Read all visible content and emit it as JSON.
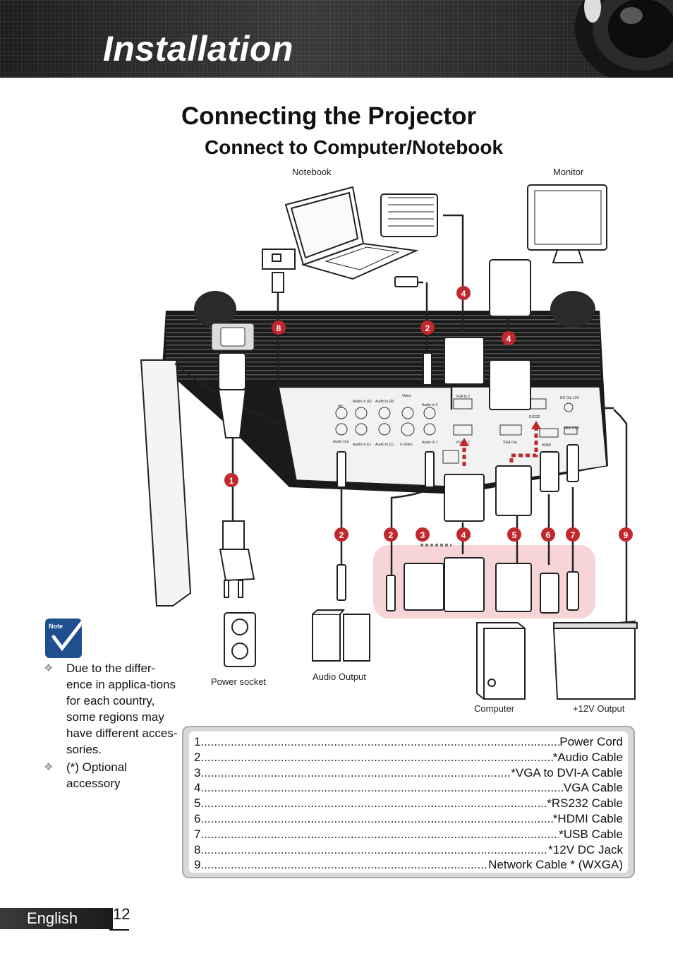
{
  "header": {
    "section_title": "Installation"
  },
  "page": {
    "title": "Connecting the Projector",
    "subtitle": "Connect to Computer/Notebook"
  },
  "diagram": {
    "device_labels": {
      "notebook": "Notebook",
      "monitor": "Monitor",
      "power_socket": "Power socket",
      "audio_output": "Audio Output",
      "computer": "Computer",
      "output_12v": "+12V Output"
    },
    "port_labels": {
      "mic": "Mic",
      "audio_in_r_top": "Audio In (R)",
      "audio_in_r_top2": "Audio In (R)",
      "video": "Video",
      "audio_in_2": "Audio In 2",
      "audio_out": "Audio Out",
      "audio_in_l_bottom": "Audio In (L)",
      "audio_in_l_bottom2": "Audio In (L)",
      "svideo": "S-Video",
      "audio_in_1": "Audio In 1",
      "vga_in_2": "VGA In 2",
      "vga_in_1": "VGA In 1",
      "vga_out": "VGA Out",
      "rs232": "RS232",
      "hdmi": "HDMI",
      "mini_usb": "Mini USB",
      "dc_out": "DC Out 12V"
    },
    "callouts": [
      "1",
      "2",
      "2",
      "3",
      "4",
      "4",
      "4",
      "5",
      "6",
      "7",
      "8",
      "9",
      "2"
    ]
  },
  "note": {
    "badge": "Note",
    "items": [
      "Due to the differ-ence in applica-tions for each country, some regions may have different acces-sories.",
      "(*) Optional accessory"
    ]
  },
  "legend": {
    "items": [
      {
        "num": "1",
        "text": "Power Cord"
      },
      {
        "num": "2",
        "text": "*Audio Cable"
      },
      {
        "num": "3",
        "text": "*VGA to DVI-A Cable"
      },
      {
        "num": "4",
        "text": "VGA Cable"
      },
      {
        "num": "5",
        "text": "*RS232 Cable"
      },
      {
        "num": "6",
        "text": "*HDMI Cable"
      },
      {
        "num": "7",
        "text": "*USB Cable"
      },
      {
        "num": "8",
        "text": " *12V DC Jack"
      },
      {
        "num": "9",
        "text": " Network Cable * (WXGA)"
      }
    ]
  },
  "footer": {
    "language": "English",
    "page_number": "12"
  },
  "colors": {
    "callout_red": "#c0282d",
    "highlight_pink": "#f7d4d6",
    "header_dark": "#2a2a2a"
  }
}
